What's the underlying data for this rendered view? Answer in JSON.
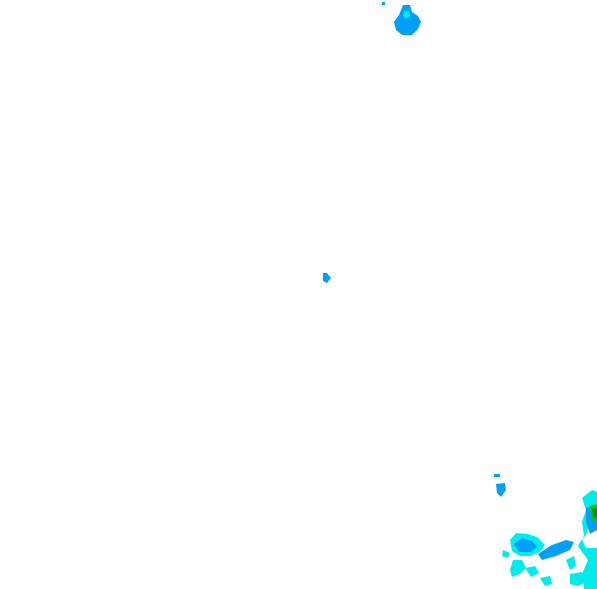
{
  "map": {
    "type": "precipitation-radar-overlay",
    "background_color": "#ffffff",
    "palette": {
      "light": "#00ecec",
      "moderate": "#01a0f6",
      "heavy": "#0000f6",
      "intense": "#00c800",
      "extreme": "#008e00"
    },
    "echo_cells": [
      {
        "name": "cell-north",
        "intensity": "moderate"
      },
      {
        "name": "cell-center",
        "intensity": "moderate"
      },
      {
        "name": "cell-southeast-cluster",
        "intensity": "moderate"
      },
      {
        "name": "cell-southeast-edge",
        "intensity": "intense"
      }
    ]
  }
}
